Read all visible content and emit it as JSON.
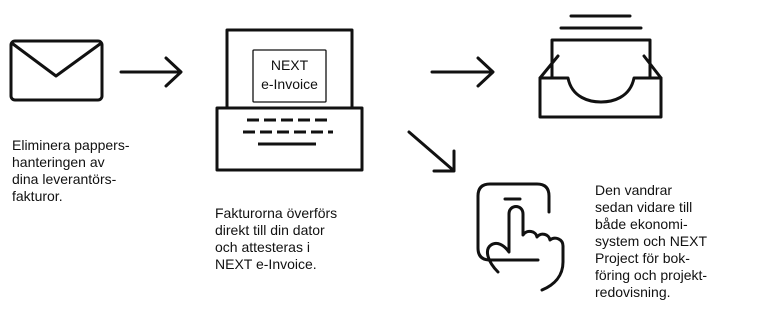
{
  "laptop": {
    "screen_line1": "NEXT",
    "screen_line2": "e-Invoice"
  },
  "steps": {
    "step1_text": "Eliminera pappers-\nhanteringen av\ndina leverantörs-\nfakturor.",
    "step2_text": "Fakturorna överförs\ndirekt till din dator\noch attesteras i\nNEXT e-Invoice.",
    "step3_text": "Den vandrar\nsedan vidare till\nbåde ekonomi-\nsystem och NEXT\nProject för bok-\nföring och projekt-\nredovisning."
  },
  "icons": [
    "envelope-icon",
    "arrow-right-icon",
    "laptop-icon",
    "arrow-right-icon",
    "inbox-tray-icon",
    "arrow-down-right-icon",
    "phone-touch-icon"
  ]
}
